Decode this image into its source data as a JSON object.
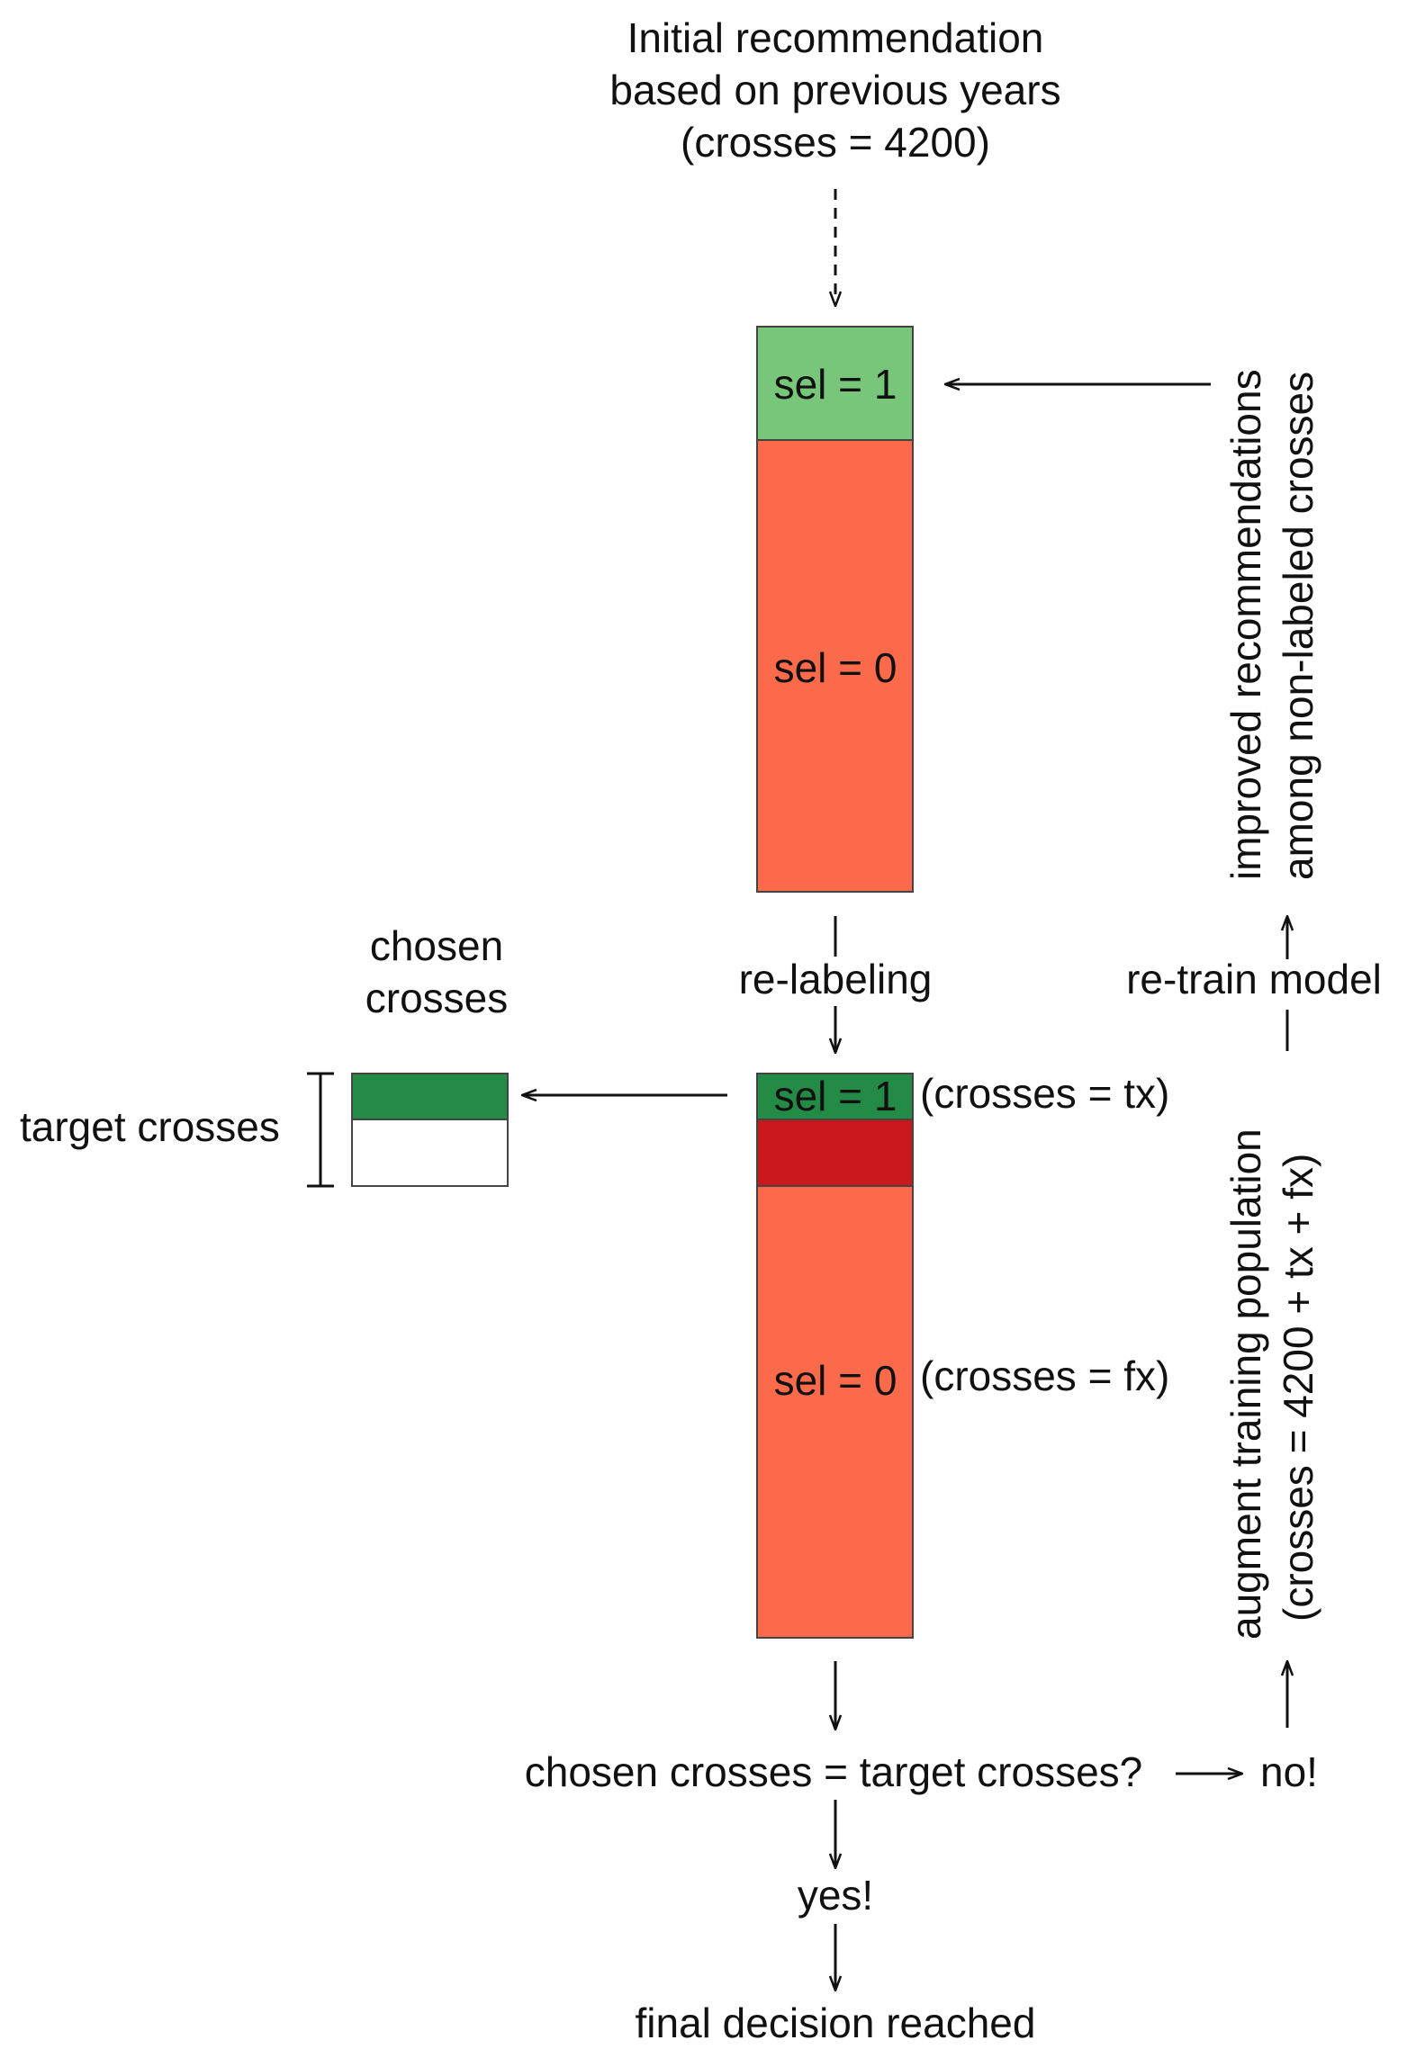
{
  "colors": {
    "light_green": "#78c679",
    "dark_green": "#238b45",
    "salmon": "#fb6a4a",
    "red": "#cb181d",
    "white": "#ffffff"
  },
  "top_note": {
    "line1": "Initial recommendation",
    "line2": "based on previous years",
    "line3": "(crosses = 4200)"
  },
  "top_bar": {
    "sel1_label": "sel = 1",
    "sel0_label": "sel = 0"
  },
  "right_upper": {
    "line1": "improved recommendations",
    "line2": "among non-labeled crosses"
  },
  "relabeling": "re-labeling",
  "retrain": "re-train model",
  "chosen": {
    "line1": "chosen",
    "line2": "crosses"
  },
  "target_crosses": "target crosses",
  "bottom_bar": {
    "sel1_label": "sel = 1",
    "sel1_note": "(crosses = tx)",
    "sel0_label": "sel = 0",
    "sel0_note": "(crosses = fx)"
  },
  "right_lower": {
    "line1": "augment training population",
    "line2": "(crosses = 4200 + tx + fx)"
  },
  "question": "chosen crosses = target crosses?",
  "no": "no!",
  "yes": "yes!",
  "final": "final decision reached"
}
